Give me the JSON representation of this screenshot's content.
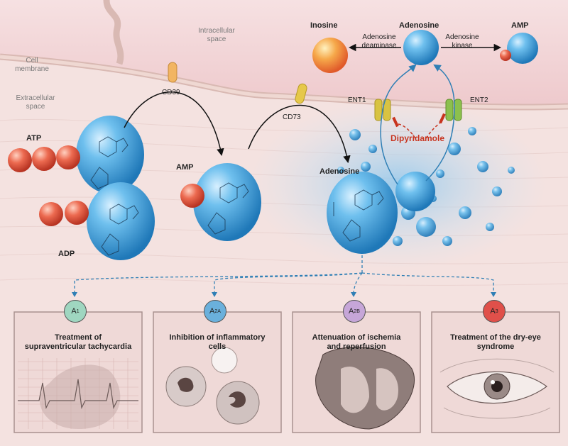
{
  "compartments": {
    "intracellular": "Intracellular\nspace",
    "membrane": "Cell\nmembrane",
    "extracellular": "Extracellular\nspace"
  },
  "molecules": {
    "atp": "ATP",
    "adp": "ADP",
    "amp_extra": "AMP",
    "adenosine_extra": "Adenosine",
    "inosine": "Inosine",
    "adenosine_intra": "Adenosine",
    "amp_intra": "AMP"
  },
  "enzymes": {
    "cd39": "CD39",
    "cd73": "CD73",
    "ada": "Adenosine\ndeaminase",
    "ak": "Adenosine\nkinase",
    "ent1": "ENT1",
    "ent2": "ENT2"
  },
  "drug": "Dipyridamole",
  "receptors": [
    {
      "name": "A",
      "sub": "1",
      "color": "#9fd6c0",
      "effect": "Treatment of\nsupraventricular tachycardia"
    },
    {
      "name": "A",
      "sub": "2A",
      "color": "#6ab0dc",
      "effect": "Inhibition of inflammatory\ncells"
    },
    {
      "name": "A",
      "sub": "2B",
      "color": "#c6a6d8",
      "effect": "Attenuation of ischemia\nand reperfusion"
    },
    {
      "name": "A",
      "sub": "3",
      "color": "#e0504a",
      "effect": "Treatment of the dry-eye\nsyndrome"
    }
  ],
  "colors": {
    "intracellular": "#f3d7d8",
    "extracellular": "#f5e4e2",
    "sphere_blue": "#3c9bd6",
    "phosphate_red": "#e0523e",
    "arrow_blue": "#2f7fb5",
    "dipyridamole_red": "#c8341f"
  }
}
